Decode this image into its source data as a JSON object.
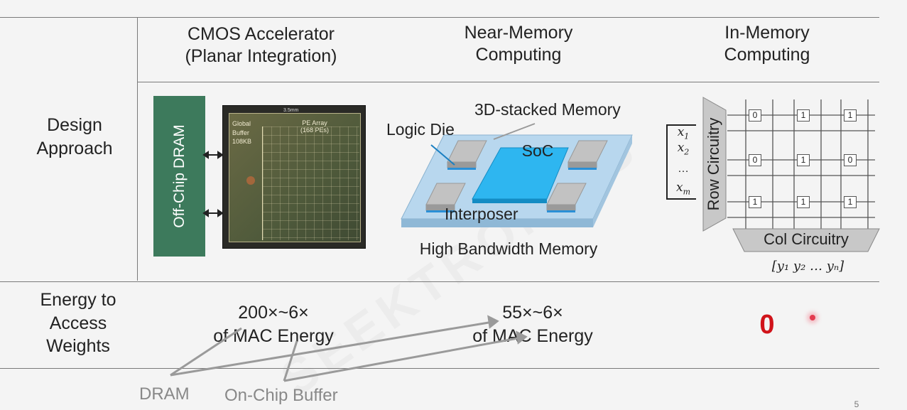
{
  "header": {
    "cmos": "CMOS Accelerator\n(Planar Integration)",
    "near_memory": "Near-Memory\nComputing",
    "in_memory": "In-Memory\nComputing"
  },
  "rows": {
    "design_approach": "Design\nApproach",
    "energy_access": "Energy to\nAccess\nWeights"
  },
  "cmos_figure": {
    "dram_label": "Off-Chip DRAM",
    "chip_dimension": "3.5mm",
    "global_buffer": "Global\nBuffer\n108KB",
    "pe_array": "PE Array\n(168 PEs)"
  },
  "near_memory_figure": {
    "stacked_memory": "3D-stacked Memory",
    "logic_die": "Logic Die",
    "soc": "SoC",
    "interposer": "Interposer",
    "hbm": "High Bandwidth Memory"
  },
  "in_memory_figure": {
    "row_circuitry": "Row Circuitry",
    "col_circuitry": "Col Circuitry",
    "inputs": [
      "x",
      "1",
      "x",
      "2",
      "…",
      "x",
      "m"
    ],
    "outputs": "[y₁ y₂ … yₙ]",
    "cells": [
      [
        "0",
        "1",
        "1"
      ],
      [
        "0",
        "1",
        "0"
      ],
      [
        "1",
        "1",
        "1"
      ]
    ]
  },
  "energy": {
    "cmos": "200×~6×\nof MAC Energy",
    "near_memory": "55×~6×\nof MAC Energy",
    "in_memory": "0"
  },
  "annotations": {
    "dram": "DRAM",
    "on_chip_buffer": "On-Chip Buffer"
  },
  "colors": {
    "dram_block": "#3d7a5c",
    "zero_value": "#d0131a",
    "soc_blue": "#2eb6f0"
  },
  "page_number": "5"
}
